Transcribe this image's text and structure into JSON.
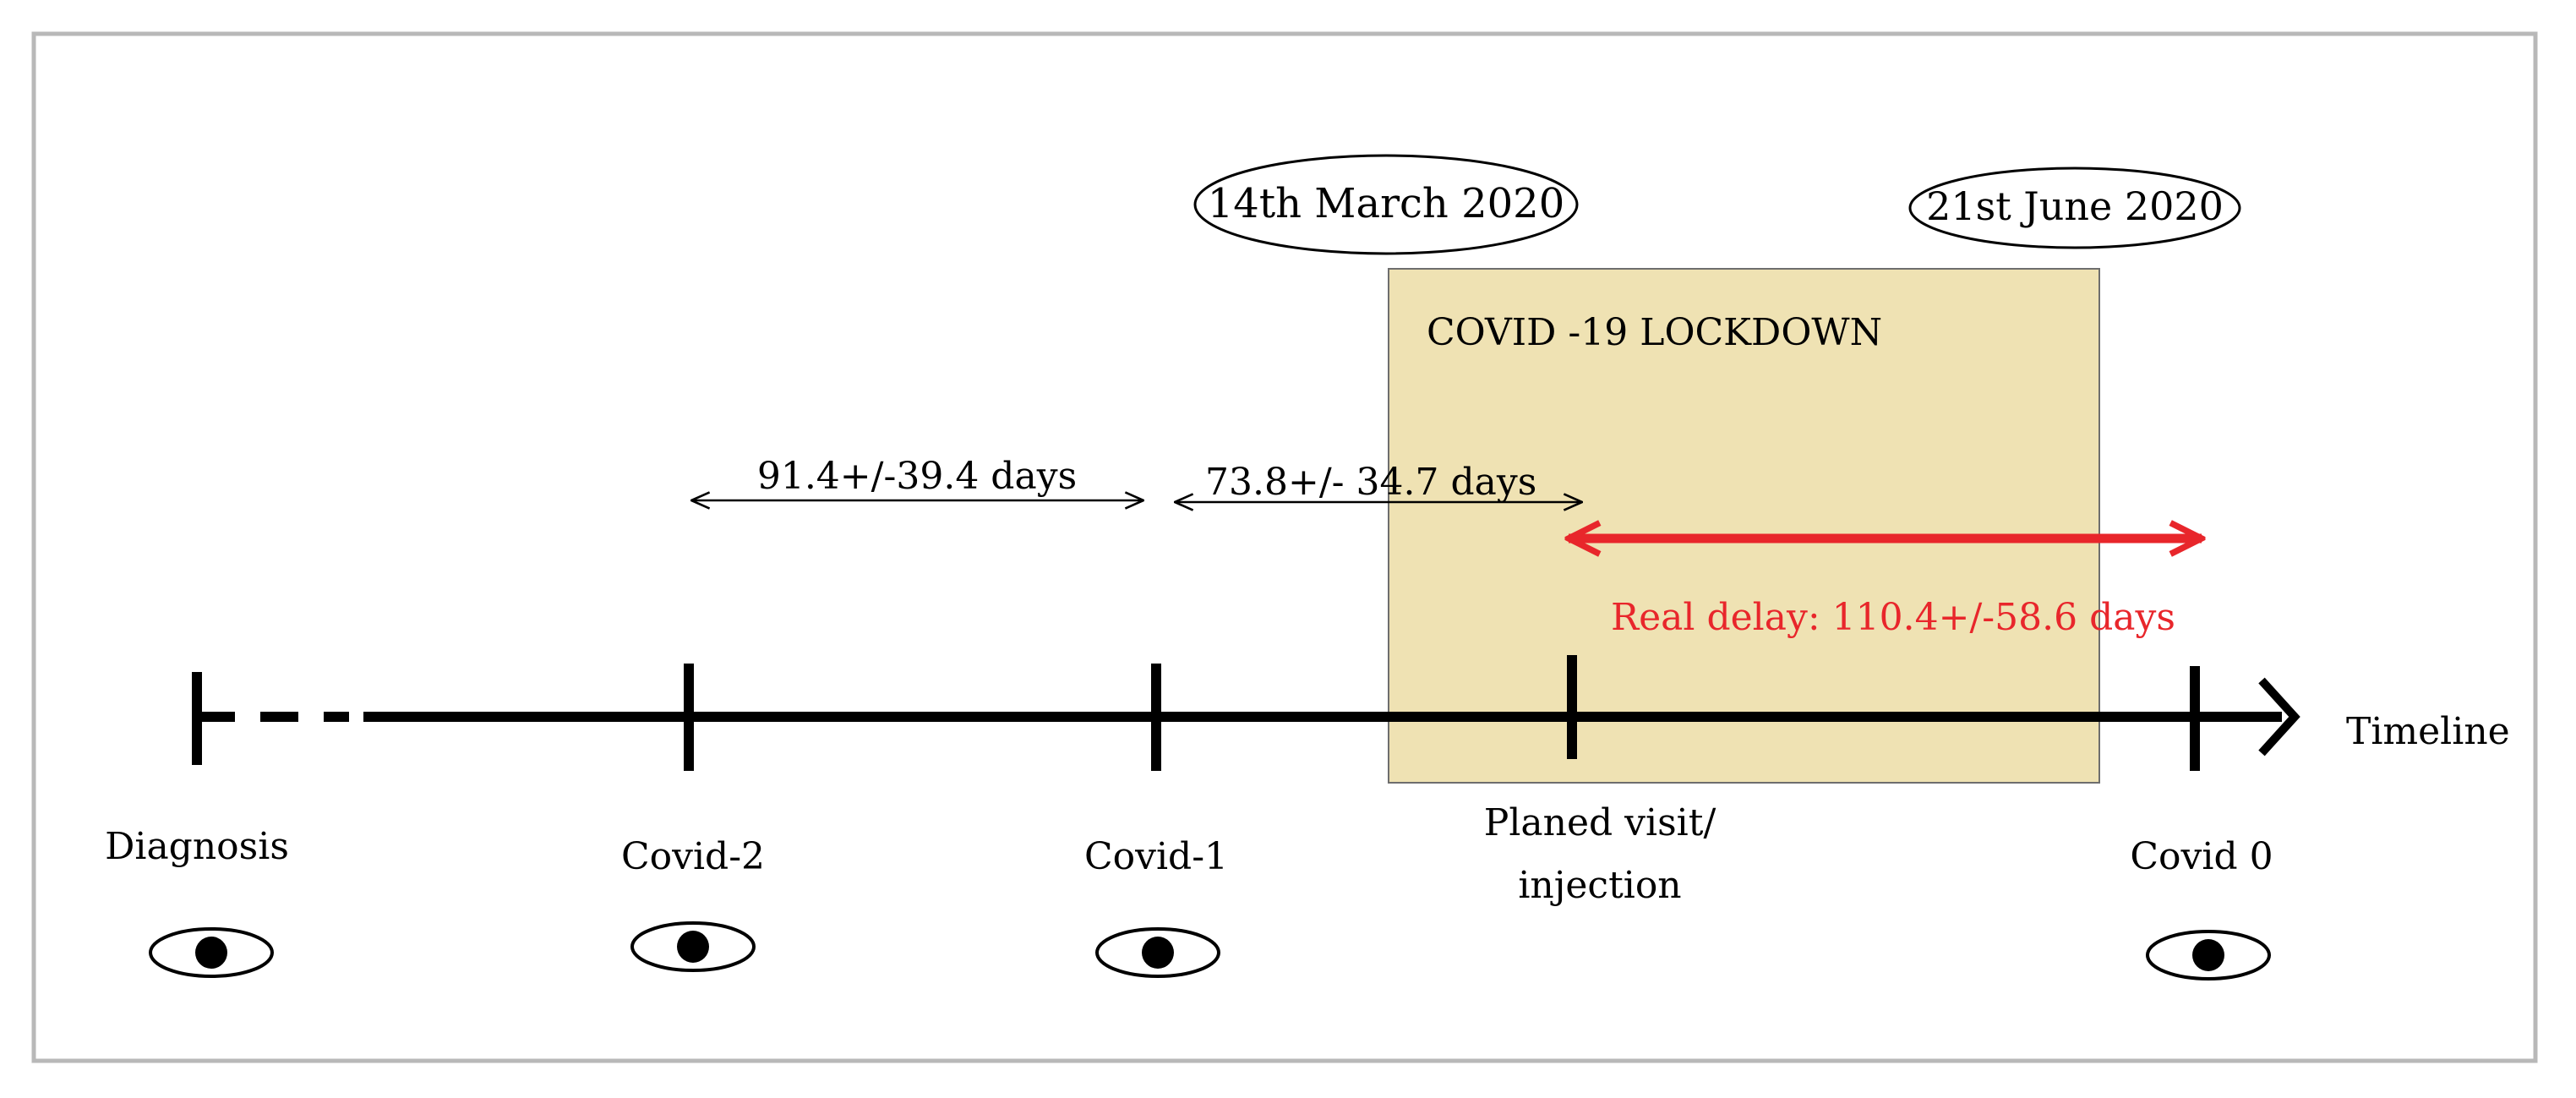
{
  "dates": {
    "lockdown_start": "14th March 2020",
    "lockdown_end": "21st June 2020"
  },
  "lockdown_label": "COVID -19  LOCKDOWN",
  "intervals": {
    "covid2_to_covid1": "91.4+/-39.4 days",
    "covid1_to_planned": "73.8+/- 34.7 days",
    "real_delay": "Real delay: 110.4+/-58.6 days"
  },
  "timeline_label": "Timeline",
  "milestones": {
    "diagnosis": "Diagnosis",
    "covid_minus_2": "Covid-2",
    "covid_minus_1": "Covid-1",
    "planned_line1": "Planed visit/",
    "planned_line2": "injection",
    "covid_0": "Covid 0"
  },
  "colors": {
    "lockdown_fill": "#EFE2B3",
    "real_delay": "#E8262B",
    "line": "#000000",
    "frame": "#B8B8B8"
  },
  "icons": [
    "eye-icon"
  ]
}
